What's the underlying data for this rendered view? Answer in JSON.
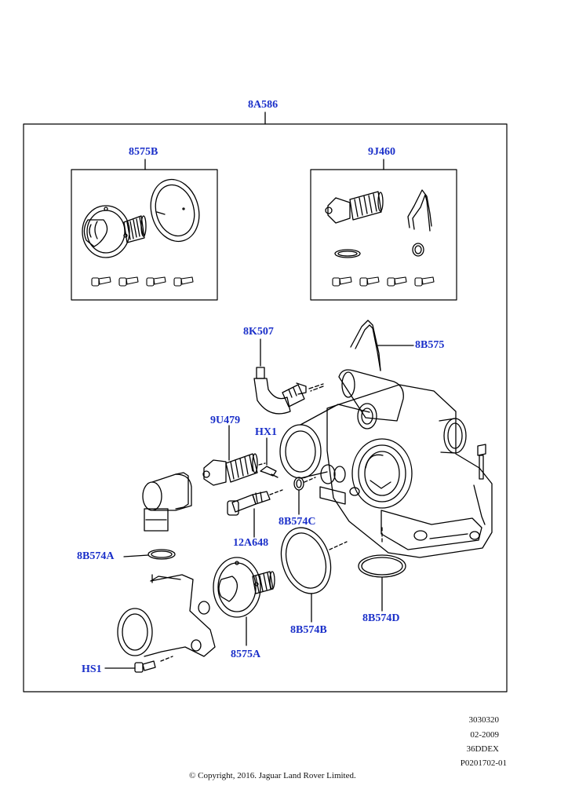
{
  "parts": {
    "kit_main": "8A586",
    "kit_thermostat_b": "8575B",
    "kit_thermostat_c": "9J460",
    "sensor_top": "8K507",
    "clip_top": "8B575",
    "thermostat_left": "9U479",
    "clip_hx1": "HX1",
    "oring_small_c": "8B574C",
    "sensor_12a648": "12A648",
    "oring_a": "8B574A",
    "gasket_b": "8B574B",
    "oring_d": "8B574D",
    "thermostat_a": "8575A",
    "bolt_hs1": "HS1"
  },
  "footer": {
    "line1": "3030320",
    "line2": "02-2009",
    "line3": "36DDEX",
    "line4": "P0201702-01",
    "copyright": "© Copyright, 2016. Jaguar Land Rover Limited."
  },
  "colors": {
    "label": "#1a2fc9",
    "line": "#000000"
  }
}
